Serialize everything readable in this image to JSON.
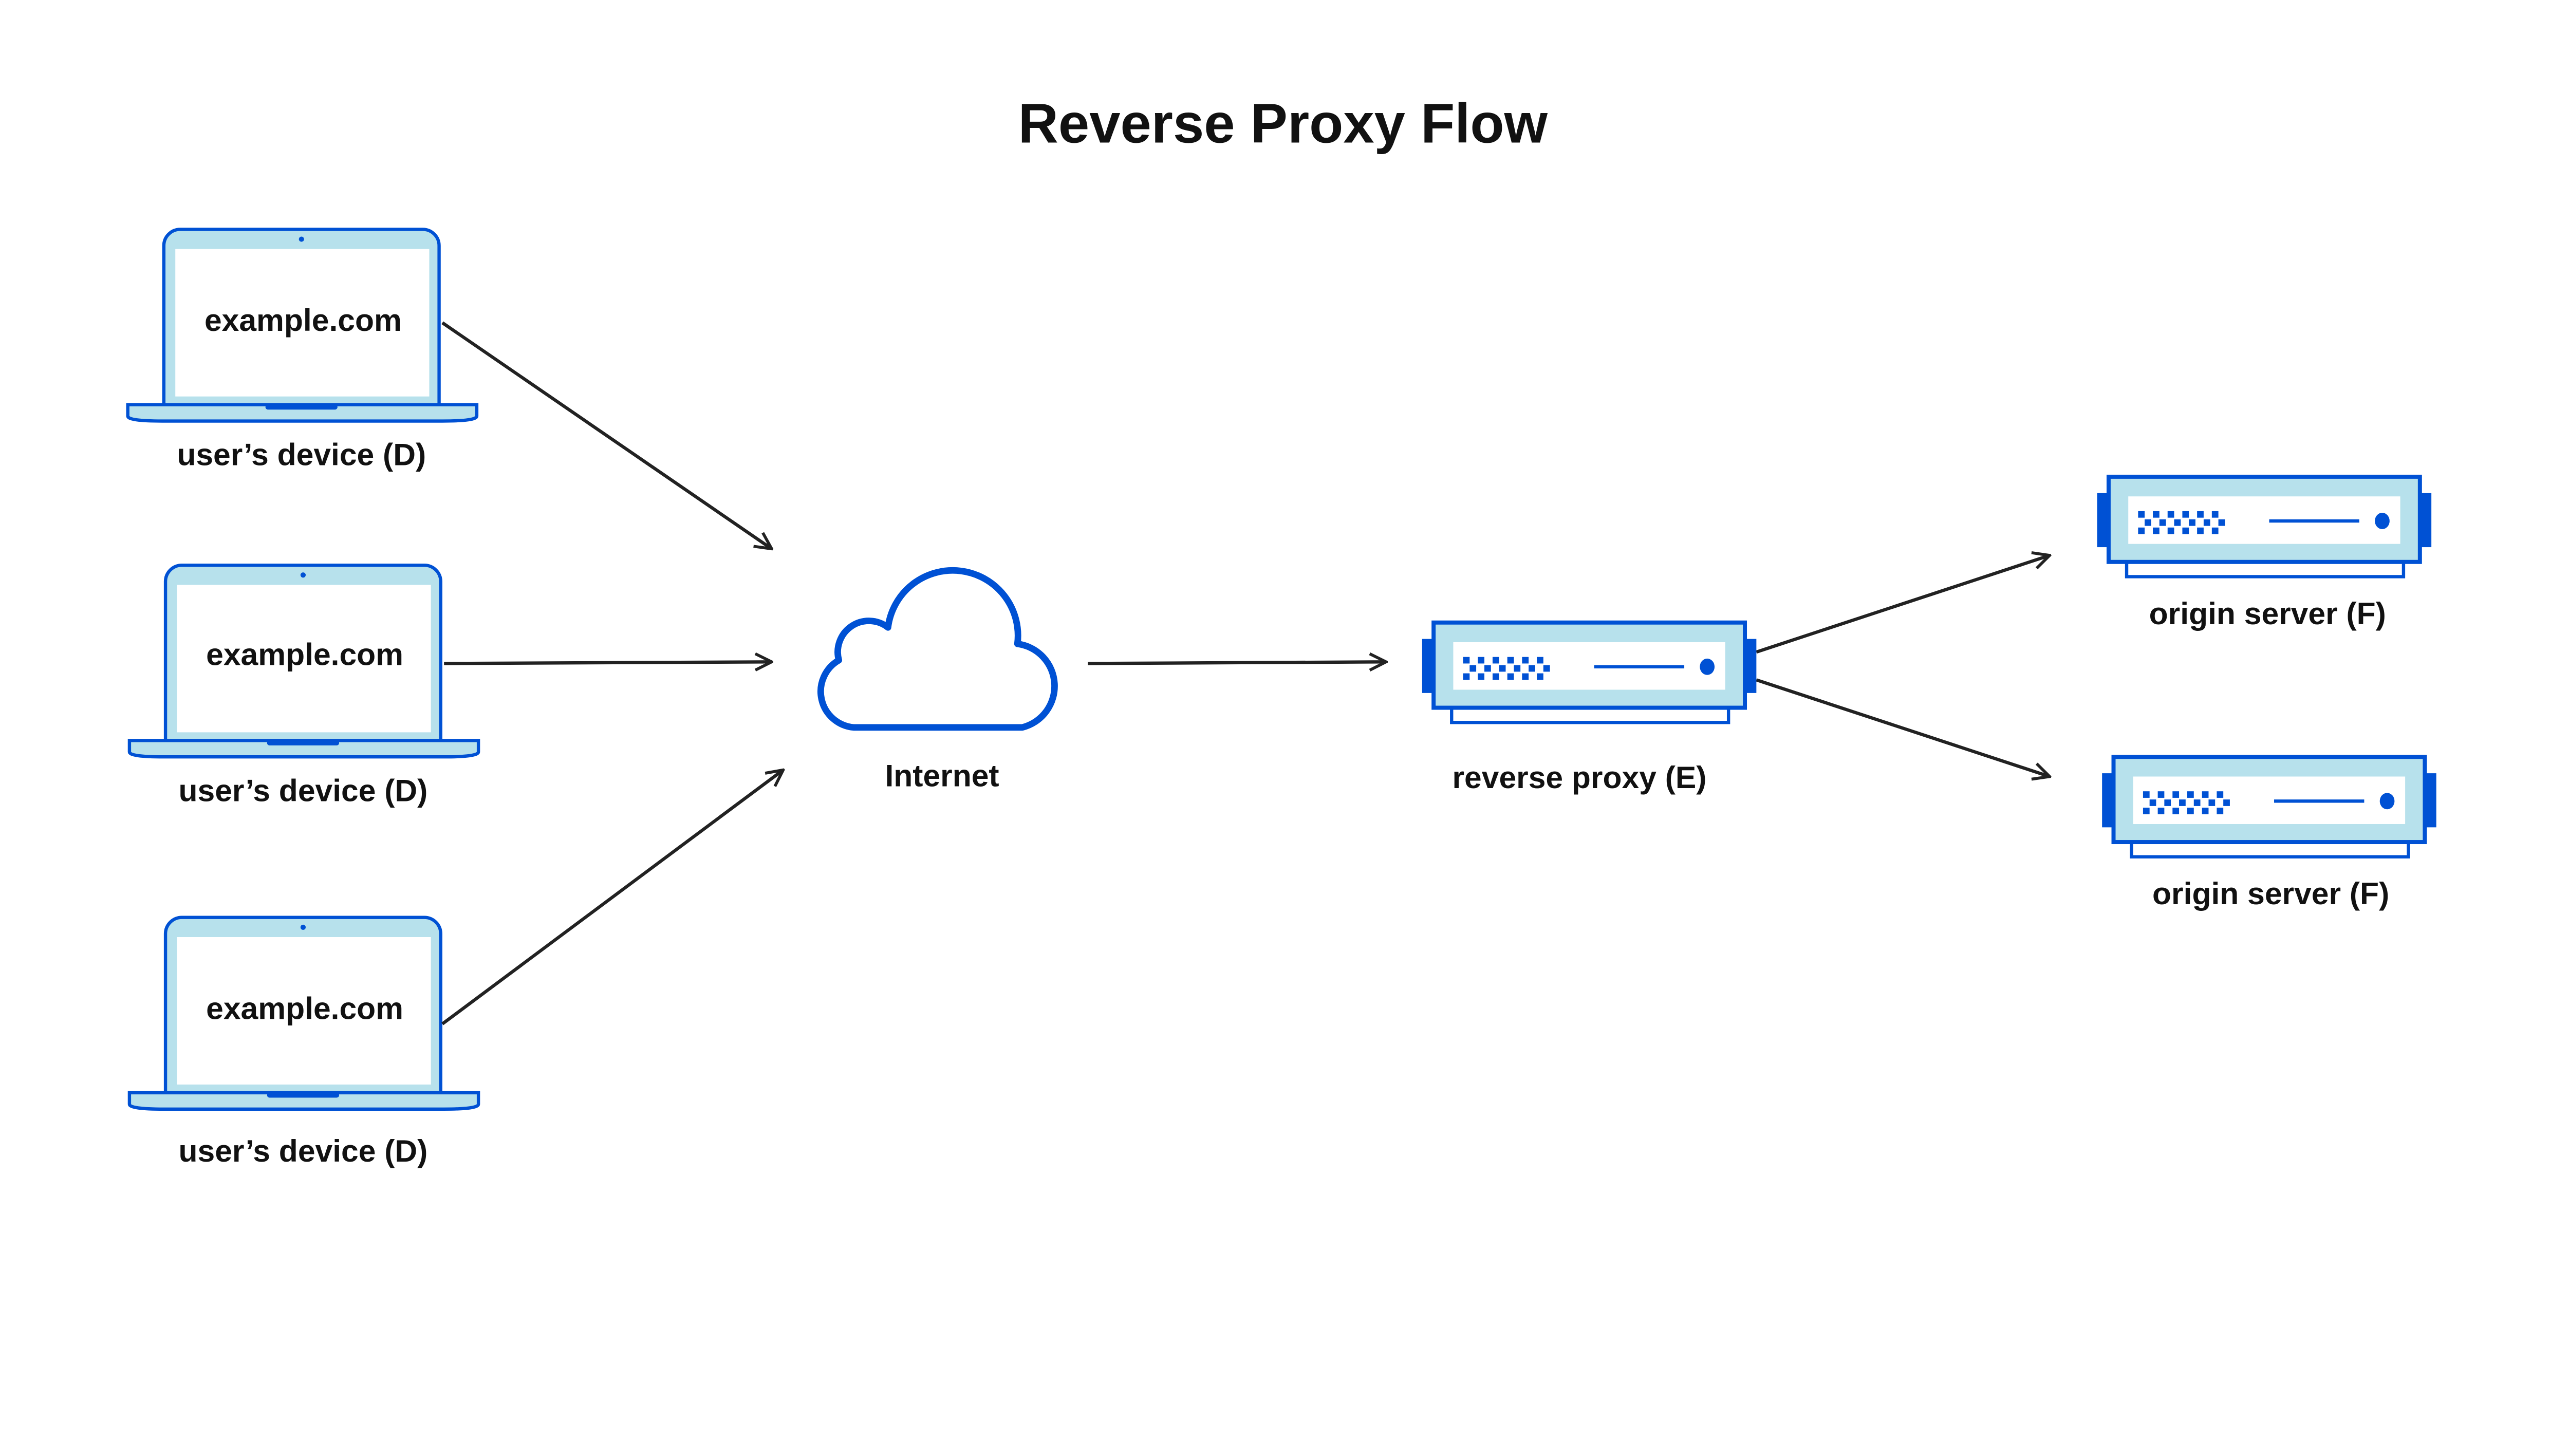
{
  "title": "Reverse Proxy Flow",
  "colors": {
    "primary_blue": "#0051D4",
    "light_blue": "#B7E1EC",
    "arrow": "#222222"
  },
  "devices": [
    {
      "screen_text": "example.com",
      "label": "user’s device (D)",
      "icon": "laptop-icon"
    },
    {
      "screen_text": "example.com",
      "label": "user’s device (D)",
      "icon": "laptop-icon"
    },
    {
      "screen_text": "example.com",
      "label": "user’s device (D)",
      "icon": "laptop-icon"
    }
  ],
  "internet": {
    "label": "Internet",
    "icon": "cloud-icon"
  },
  "reverse_proxy": {
    "label": "reverse proxy (E)",
    "icon": "server-icon"
  },
  "origin_servers": [
    {
      "label": "origin server (F)",
      "icon": "server-icon"
    },
    {
      "label": "origin server (F)",
      "icon": "server-icon"
    }
  ]
}
